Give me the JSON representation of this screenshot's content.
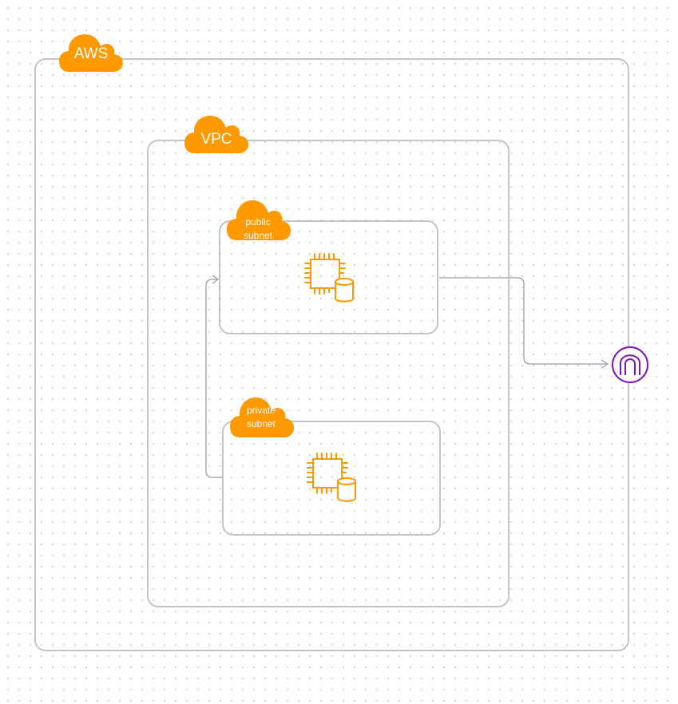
{
  "diagram": {
    "aws": {
      "label": "AWS"
    },
    "vpc": {
      "label": "VPC"
    },
    "public_subnet": {
      "label": "public\nsubnet",
      "icon": "ec2-instance-with-storage-icon"
    },
    "private_subnet": {
      "label": "private\nsubnet",
      "icon": "ec2-instance-with-storage-icon"
    },
    "gateway": {
      "icon": "internet-gateway-icon"
    }
  },
  "colors": {
    "group_cloud": "#FF9900",
    "border": "#C4C4C4",
    "connector": "#9E9E9E",
    "gateway": "#7B16B8",
    "background": "#FFFFFF"
  }
}
